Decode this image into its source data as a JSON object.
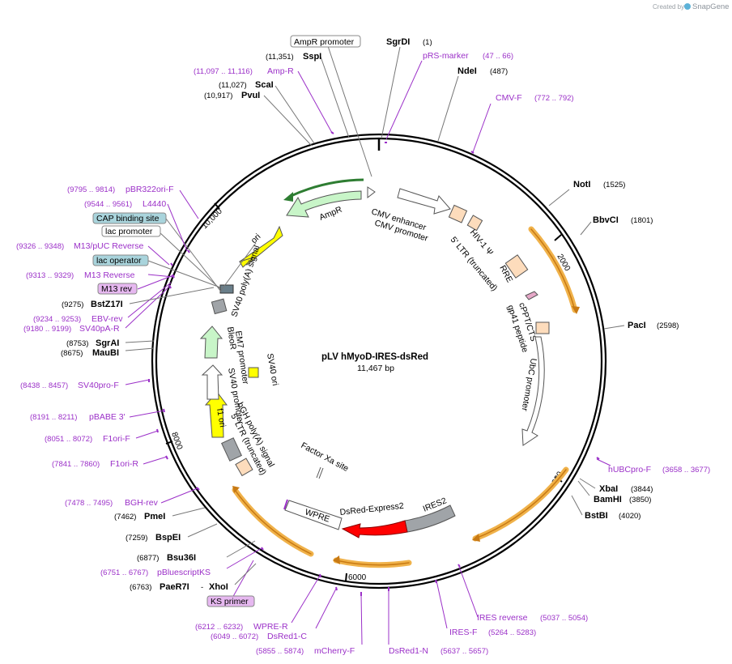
{
  "credit": {
    "created_by": "Created by",
    "brand": "SnapGene"
  },
  "plasmid": {
    "name": "pLV hMyoD-IRES-dsRed",
    "length_label": "11,467 bp"
  },
  "ticks": [
    "2000",
    "4000",
    "6000",
    "8000",
    "10,000"
  ],
  "sites": [
    {
      "name": "SgrDI",
      "pos": "(1)"
    },
    {
      "name": "NdeI",
      "pos": "(487)"
    },
    {
      "name": "NotI",
      "pos": "(1525)"
    },
    {
      "name": "BbvCI",
      "pos": "(1801)"
    },
    {
      "name": "PacI",
      "pos": "(2598)"
    },
    {
      "name": "XbaI",
      "pos": "(3844)"
    },
    {
      "name": "BamHI",
      "pos": "(3850)"
    },
    {
      "name": "BstBI",
      "pos": "(4020)"
    },
    {
      "name": "SspI",
      "pos": "(11,351)"
    },
    {
      "name": "ScaI",
      "pos": "(11,027)"
    },
    {
      "name": "PvuI",
      "pos": "(10,917)"
    },
    {
      "name": "BstZ17I",
      "pos": "(9275)"
    },
    {
      "name": "SgrAI",
      "pos": "(8753)"
    },
    {
      "name": "MauBI",
      "pos": "(8675)"
    },
    {
      "name": "PmeI",
      "pos": "(7462)"
    },
    {
      "name": "BspEI",
      "pos": "(7259)"
    },
    {
      "name": "Bsu36I",
      "pos": "(6877)"
    },
    {
      "name": "PaeR7I",
      "pos": "(6763)"
    },
    {
      "name": "XhoI",
      "prefix": "- "
    }
  ],
  "primers": [
    {
      "name": "pRS-marker",
      "pos": "(47 .. 66)"
    },
    {
      "name": "CMV-F",
      "pos": "(772 .. 792)"
    },
    {
      "name": "Amp-R",
      "pos": "(11,097 .. 11,116)"
    },
    {
      "name": "pBR322ori-F",
      "pos": "(9795 .. 9814)"
    },
    {
      "name": "L4440",
      "pos": "(9544 .. 9561)"
    },
    {
      "name": "M13/pUC Reverse",
      "pos": "(9326 .. 9348)"
    },
    {
      "name": "M13 Reverse",
      "pos": "(9313 .. 9329)"
    },
    {
      "name": "EBV-rev",
      "pos": "(9234 .. 9253)"
    },
    {
      "name": "SV40pA-R",
      "pos": "(9180 .. 9199)"
    },
    {
      "name": "SV40pro-F",
      "pos": "(8438 .. 8457)"
    },
    {
      "name": "pBABE 3'",
      "pos": "(8191 .. 8211)"
    },
    {
      "name": "F1ori-F",
      "pos": "(8051 .. 8072)"
    },
    {
      "name": "F1ori-R",
      "pos": "(7841 .. 7860)"
    },
    {
      "name": "BGH-rev",
      "pos": "(7478 .. 7495)"
    },
    {
      "name": "pBluescriptKS",
      "pos": "(6751 .. 6767)"
    },
    {
      "name": "WPRE-R",
      "pos": "(6212 .. 6232)"
    },
    {
      "name": "DsRed1-C",
      "pos": "(6049 .. 6072)"
    },
    {
      "name": "mCherry-F",
      "pos": "(5855 .. 5874)"
    },
    {
      "name": "DsRed1-N",
      "pos": "(5637 .. 5657)"
    },
    {
      "name": "IRES-F",
      "pos": "(5264 .. 5283)"
    },
    {
      "name": "IRES reverse",
      "pos": "(5037 .. 5054)"
    },
    {
      "name": "hUBCpro-F",
      "pos": "(3658 .. 3677)"
    }
  ],
  "boxed": {
    "ampr_promoter": "AmpR promoter",
    "cap": "CAP binding site",
    "lac_promoter": "lac promoter",
    "lac_operator": "lac operator",
    "m13_rev": "M13 rev",
    "ks_primer": "KS primer"
  },
  "features": {
    "cmv_enhancer": "CMV enhancer",
    "cmv_promoter": "CMV promoter",
    "ltr5": "5' LTR (truncated)",
    "hiv_psi": "HIV-1 Ψ",
    "rre": "RRE",
    "cppt": "cPPT/CTS",
    "gp41": "gp41 peptide",
    "ubc": "UbC promoter",
    "ires2": "IRES2",
    "dsred": "DsRed-Express2",
    "wpre": "WPRE",
    "factor_xa": "Factor Xa site",
    "ltr3": "5' LTR (truncated)",
    "bgh": "bGH poly(A) signal",
    "sv40_promoter": "SV40 promoter",
    "f1_ori": "f1 ori",
    "em7": "EM7 promoter",
    "bleor": "BleoR",
    "sv40_ori": "SV40 ori",
    "sv40_polya": "SV40 poly(A) signal",
    "ori": "ori",
    "ampr": "AmpR"
  },
  "colors": {
    "primer": "#9b30c8",
    "orf_orange": "#f0b24a",
    "ampr_green": "#c8f5c8",
    "ori_yellow": "#ffff00",
    "dsred_red": "#ff0000",
    "ires_gray": "#a0a4a8",
    "ltr_peach": "#fddcbc",
    "boxed_blue": "#a9d4dc",
    "boxed_pink": "#e6b8f0"
  }
}
